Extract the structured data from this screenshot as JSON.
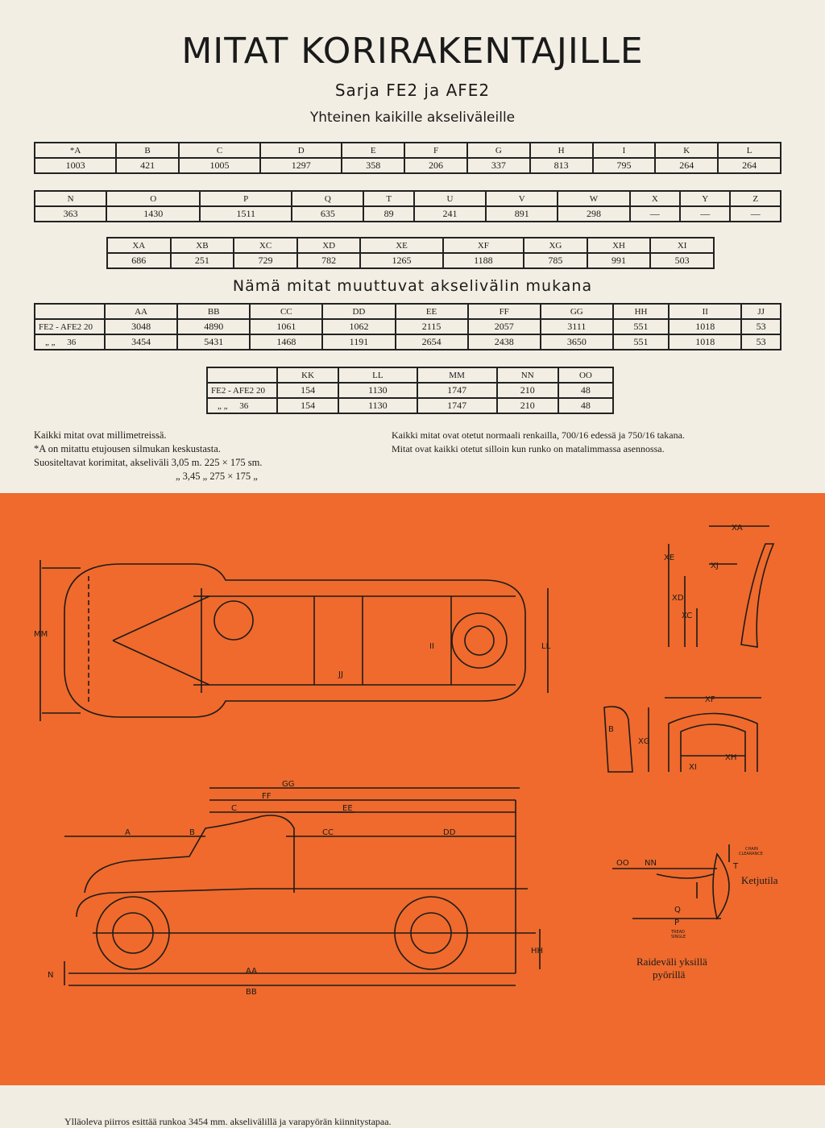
{
  "header": {
    "title": "MITAT KORIRAKENTAJILLE",
    "subtitle": "Sarja FE2 ja AFE2",
    "common": "Yhteinen kaikille akseliväleille"
  },
  "table1": {
    "headers": [
      "*A",
      "B",
      "C",
      "D",
      "E",
      "F",
      "G",
      "H",
      "I",
      "K",
      "L"
    ],
    "values": [
      "1003",
      "421",
      "1005",
      "1297",
      "358",
      "206",
      "337",
      "813",
      "795",
      "264",
      "264"
    ]
  },
  "table2": {
    "headers": [
      "N",
      "O",
      "P",
      "Q",
      "T",
      "U",
      "V",
      "W",
      "X",
      "Y",
      "Z"
    ],
    "values": [
      "363",
      "1430",
      "1511",
      "635",
      "89",
      "241",
      "891",
      "298",
      "—",
      "—",
      "—"
    ]
  },
  "table3": {
    "headers": [
      "XA",
      "XB",
      "XC",
      "XD",
      "XE",
      "XF",
      "XG",
      "XH",
      "XI"
    ],
    "values": [
      "686",
      "251",
      "729",
      "782",
      "1265",
      "1188",
      "785",
      "991",
      "503"
    ]
  },
  "varying_heading": "Nämä mitat muuttuvat akselivälin mukana",
  "table4": {
    "headers": [
      "AA",
      "BB",
      "CC",
      "DD",
      "EE",
      "FF",
      "GG",
      "HH",
      "II",
      "JJ"
    ],
    "row1_label": "FE2 - AFE2",
    "row1_wb": "20",
    "row1": [
      "3048",
      "4890",
      "1061",
      "1062",
      "2115",
      "2057",
      "3111",
      "551",
      "1018",
      "53"
    ],
    "row2_label": "„ „",
    "row2_wb": "36",
    "row2": [
      "3454",
      "5431",
      "1468",
      "1191",
      "2654",
      "2438",
      "3650",
      "551",
      "1018",
      "53"
    ]
  },
  "table5": {
    "headers": [
      "KK",
      "LL",
      "MM",
      "NN",
      "OO"
    ],
    "row1_label": "FE2 - AFE2",
    "row1_wb": "20",
    "row1": [
      "154",
      "1130",
      "1747",
      "210",
      "48"
    ],
    "row2_label": "„ „",
    "row2_wb": "36",
    "row2": [
      "154",
      "1130",
      "1747",
      "210",
      "48"
    ]
  },
  "notes_left": [
    "Kaikki mitat ovat millimetreissä.",
    "*A on mitattu etujousen silmukan keskustasta.",
    "Suositeltavat korimitat, akseliväli 3,05 m. 225 × 175 sm.",
    "„ 3,45 „ 275 × 175 „"
  ],
  "notes_right": [
    "Kaikki mitat ovat otetut normaali renkailla, 700/16 edessä ja 750/16 takana.",
    "Mitat ovat kaikki otetut silloin kun runko on matalimmassa asennossa."
  ],
  "drawing_labels": {
    "ketjutila": "Ketjutila",
    "raidevali": "Raideväli yksillä",
    "pyorilla": "pyörillä",
    "chain": "CHAIN",
    "clearance": "CLEARANCE",
    "tread": "TREAD",
    "single": "SINGLE"
  },
  "caption": "Ylläoleva piirros esittää runkoa 3454 mm. akselivälillä ja varapyörän kiinnitystapaa.",
  "colors": {
    "paper": "#f2eee4",
    "orange": "#ef6a2c",
    "ink": "#1d1b19"
  }
}
